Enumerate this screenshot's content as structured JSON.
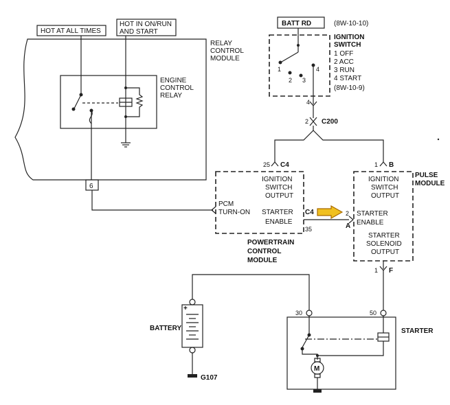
{
  "relay_module": {
    "title_l1": "RELAY",
    "title_l2": "CONTROL",
    "title_l3": "MODULE",
    "hot_at_all_times": "HOT AT ALL TIMES",
    "hot_in_run_l1": "HOT IN ON/RUN",
    "hot_in_run_l2": "AND START",
    "ecr_l1": "ENGINE",
    "ecr_l2": "CONTROL",
    "ecr_l3": "RELAY",
    "pin": "6"
  },
  "ignition": {
    "batt_label": "BATT RD",
    "batt_ref": "(8W-10-10)",
    "title_l1": "IGNITION",
    "title_l2": "SWITCH",
    "pos1": "1 OFF",
    "pos2": "2 ACC",
    "pos3": "3 RUN",
    "pos4": "4 START",
    "ref": "(8W-10-9)",
    "contact1": "1",
    "contact2": "2",
    "contact3": "3",
    "contact4": "4",
    "out_pin": "4"
  },
  "c200": {
    "label": "C200",
    "pin": "2"
  },
  "pcm": {
    "c4_pin_top": "25",
    "c4_label_top": "C4",
    "ign_l1": "IGNITION",
    "ign_l2": "SWITCH",
    "ign_l3": "OUTPUT",
    "turnon_l1": "PCM",
    "turnon_l2": "TURN-ON",
    "starter_l1": "STARTER",
    "starter_l2": "ENABLE",
    "c4_label_right": "C4",
    "pin35": "35",
    "name_l1": "POWERTRAIN",
    "name_l2": "CONTROL",
    "name_l3": "MODULE"
  },
  "pulse": {
    "pin_b": "1",
    "conn_b": "B",
    "name_l1": "PULSE",
    "name_l2": "MODULE",
    "ign_l1": "IGNITION",
    "ign_l2": "SWITCH",
    "ign_l3": "OUTPUT",
    "pin2": "2",
    "conn_a": "A",
    "starter_l1": "STARTER",
    "starter_l2": "ENABLE",
    "sol_l1": "STARTER",
    "sol_l2": "SOLENOID",
    "sol_l3": "OUTPUT",
    "pin_f": "1",
    "conn_f": "F"
  },
  "battery": {
    "label": "BATTERY",
    "plus": "+",
    "ground": "G107"
  },
  "starter": {
    "label": "STARTER",
    "term30": "30",
    "term50": "50",
    "motor": "M"
  },
  "colors": {
    "arrow_fill": "#f0c020",
    "arrow_stroke": "#a86a00",
    "line": "#222222"
  }
}
